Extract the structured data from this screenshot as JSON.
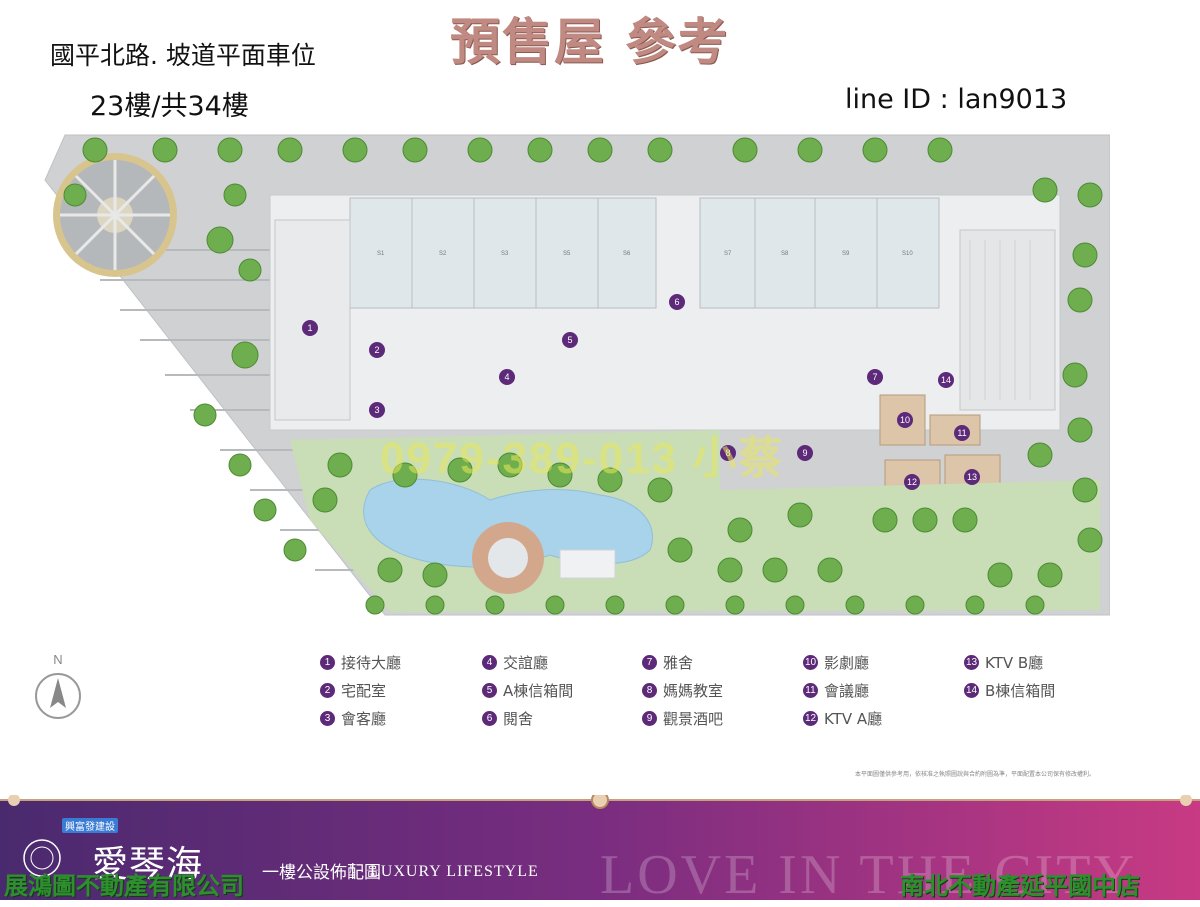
{
  "header": {
    "watermark_title": "預售屋 參考",
    "road": "國平北路. 坡道平面車位",
    "floor": "23樓/共34樓",
    "line_id": "line ID : lan9013"
  },
  "plan": {
    "phone_watermark": "0979-389-013  小蔡",
    "unit_labels": [
      "S1",
      "S2",
      "S3",
      "S5",
      "S6",
      "S7",
      "S8",
      "S9",
      "S10"
    ],
    "colors": {
      "accent": "#5d2a7a",
      "water": "#a9d3ea",
      "green": "#6fae4e",
      "marble": "#e6eaec"
    }
  },
  "legend": [
    {
      "num": "1",
      "label": "接待大廳"
    },
    {
      "num": "2",
      "label": "宅配室"
    },
    {
      "num": "3",
      "label": "會客廳"
    },
    {
      "num": "4",
      "label": "交誼廳"
    },
    {
      "num": "5",
      "label": "A棟信箱間"
    },
    {
      "num": "6",
      "label": "閱舍"
    },
    {
      "num": "7",
      "label": "雅舍"
    },
    {
      "num": "8",
      "label": "媽媽教室"
    },
    {
      "num": "9",
      "label": "觀景酒吧"
    },
    {
      "num": "10",
      "label": "影劇廳"
    },
    {
      "num": "11",
      "label": "會議廳"
    },
    {
      "num": "12",
      "label": "KTV A廳"
    },
    {
      "num": "13",
      "label": "KTV B廳"
    },
    {
      "num": "14",
      "label": "B棟信箱間"
    }
  ],
  "compass": {
    "label": "N",
    "icon": "compass-icon"
  },
  "disclaimer": "本平面圖僅供參考用，依核准之執照圖說與合約附圖為準，平面配置本公司保有修改權利。",
  "banner": {
    "developer": "興富發建設",
    "brand": "愛琴海",
    "subtitle": "一樓公設佈配圖",
    "separator": "|",
    "lifestyle": "LUXURY LIFESTYLE",
    "tagline": "LOVE IN THE CITY",
    "company_left": "展鴻圖不動產有限公司",
    "company_right": "南北不動產延平國中店"
  }
}
